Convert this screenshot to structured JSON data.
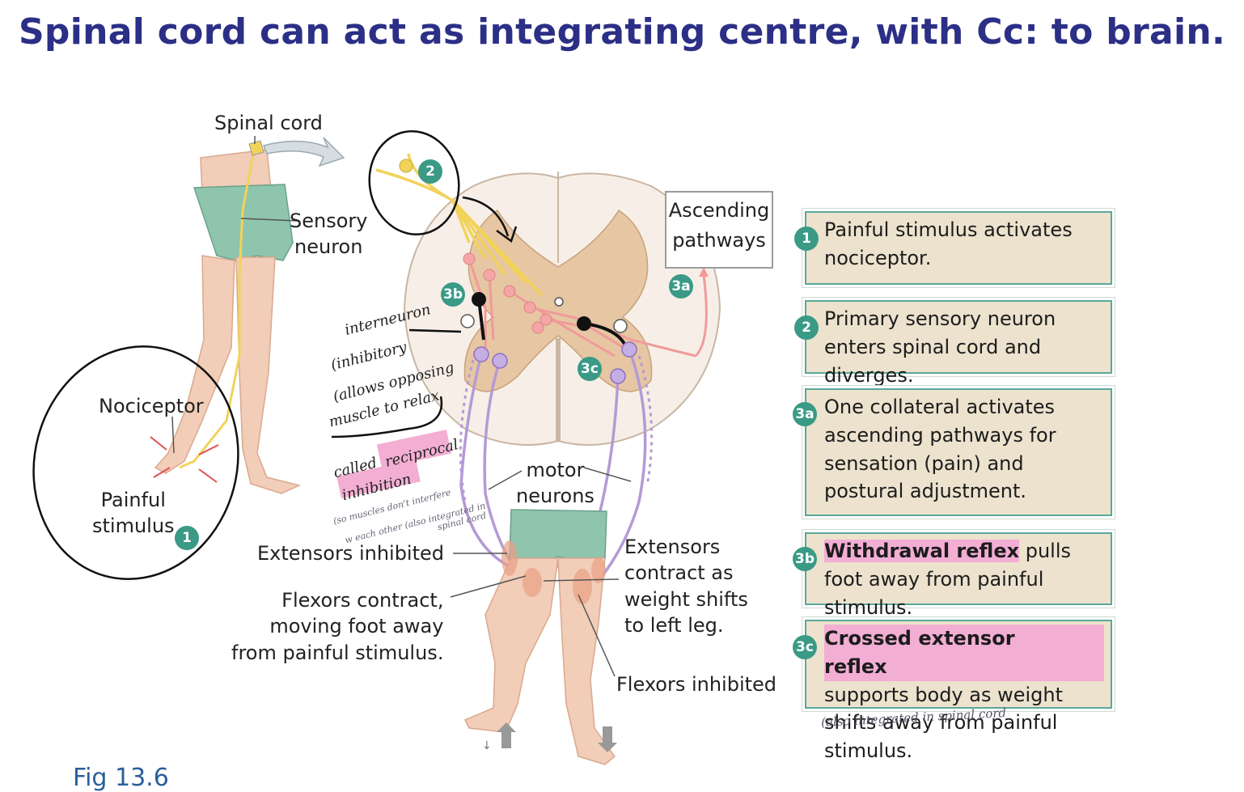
{
  "title": "Spinal cord can act as integrating centre, with Cc: to brain.",
  "labels": {
    "spinal_cord": "Spinal cord",
    "sensory_neuron": "Sensory\nneuron",
    "nociceptor": "Nociceptor",
    "painful_stimulus": "Painful\nstimulus",
    "ascending_pathways": "Ascending\npathways",
    "motor_neurons": "motor\nneurons",
    "extensors_inhibited": "Extensors inhibited",
    "flexors_contract": "Flexors contract,\nmoving foot away\nfrom painful stimulus.",
    "extensors_contract": "Extensors\ncontract as\nweight shifts\nto left leg.",
    "flexors_inhibited": "Flexors inhibited",
    "figure_caption": "Fig 13.6"
  },
  "badges": {
    "b1": "1",
    "b2": "2",
    "b3a": "3a",
    "b3b": "3b",
    "b3c": "3c"
  },
  "steps": [
    {
      "badge": "1",
      "text": "Painful stimulus activates nociceptor."
    },
    {
      "badge": "2",
      "text": "Primary sensory neuron enters spinal cord and diverges."
    },
    {
      "badge": "3a",
      "text": "One collateral activates ascending pathways for sensation (pain) and postural adjustment."
    },
    {
      "badge": "3b",
      "bold": "Withdrawal reflex",
      "text": " pulls foot away from painful stimulus."
    },
    {
      "badge": "3c",
      "bold": "Crossed extensor reflex",
      "text": "supports body as weight shifts away from painful stimulus."
    }
  ],
  "handwritten": {
    "interneuron": "interneuron",
    "inhib": "(inhibitory",
    "opp": "(allows opposing",
    "relax": "muscle to relax",
    "called": "called",
    "reciprocal": "reciprocal",
    "inhibition": "inhibition",
    "small1": "(so muscles don't interfere",
    "small2": "w each other   (also integrated in",
    "small3": "spinal cord",
    "bottom_note": "(also integrated in spinal cord"
  },
  "colors": {
    "title": "#2b2f86",
    "badge": "#3a9a86",
    "box_fill": "#ece2cd",
    "box_border": "#5aa89a",
    "highlight": "#f3aed4",
    "cord_grey": "#f7efe7",
    "cord_tan": "#e6c6a3",
    "sensory": "#f2d35a",
    "interneuron_pink": "#f19a9a",
    "motor": "#b59ad6",
    "shorts": "#8fc4ad",
    "skin": "#f2cdb8"
  }
}
